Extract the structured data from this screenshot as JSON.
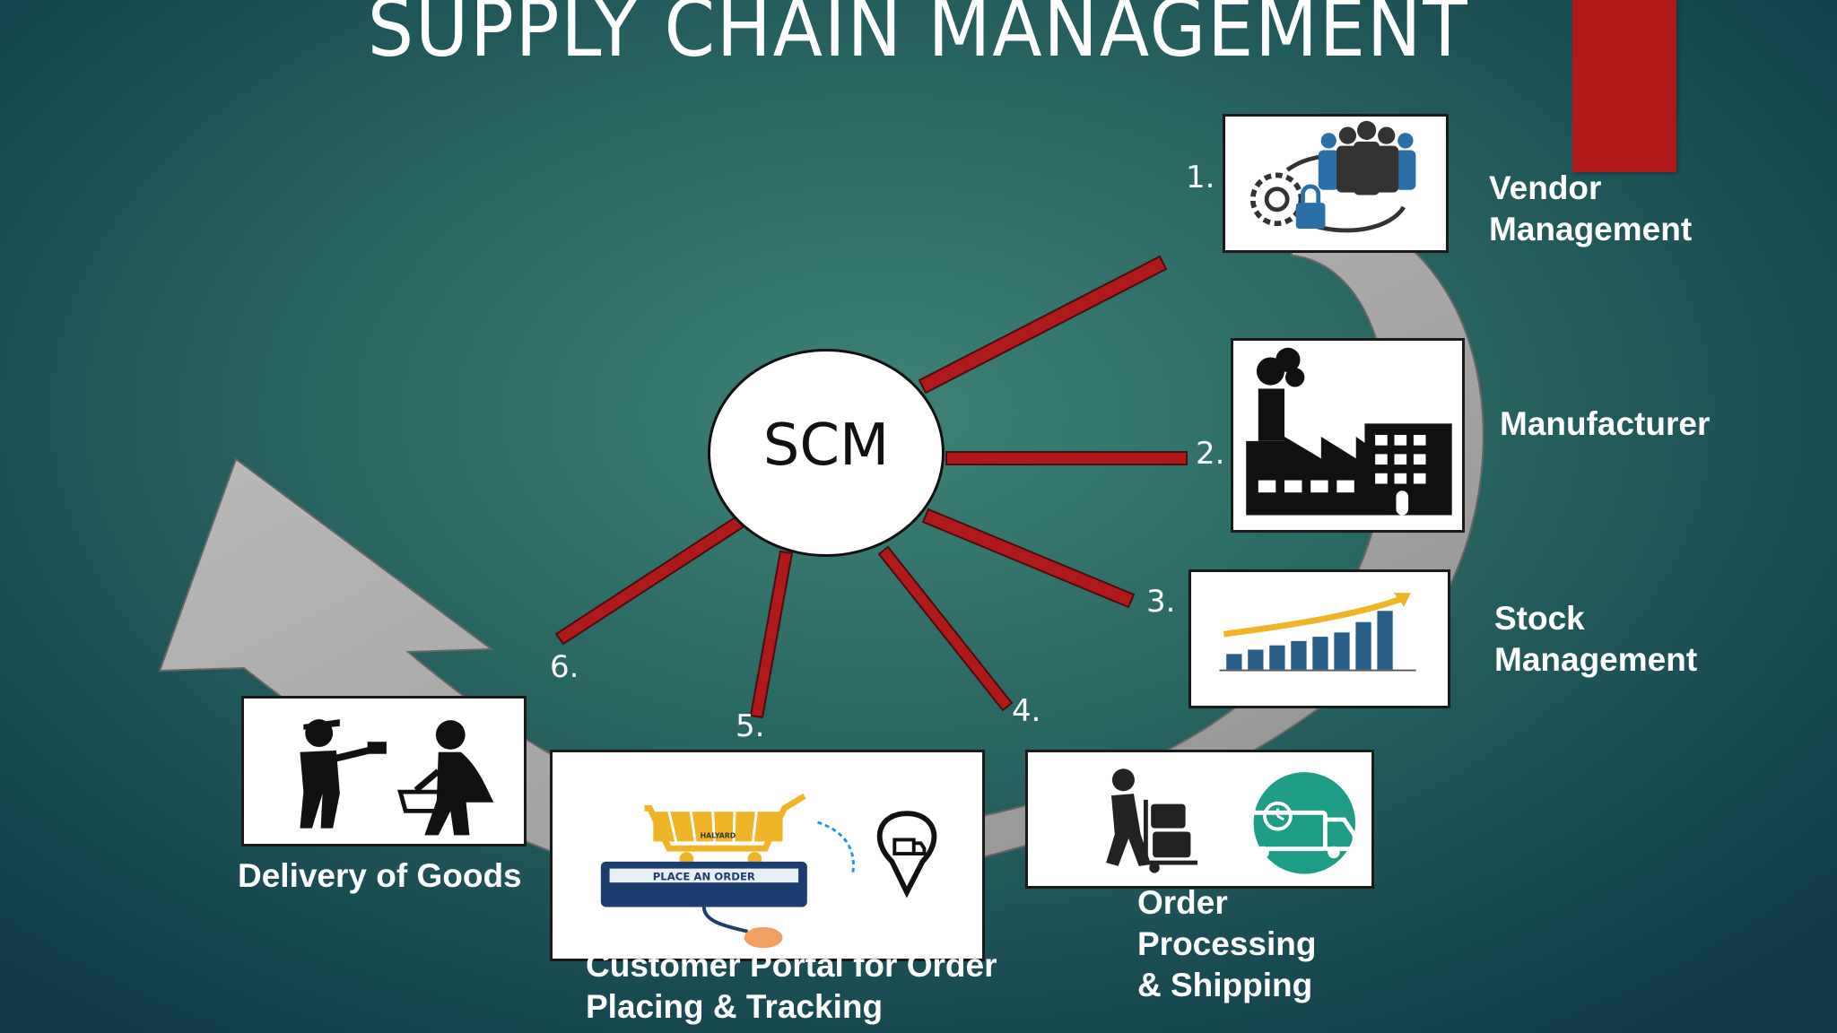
{
  "title": "SUPPLY CHAIN MANAGEMENT",
  "hub": {
    "label": "SCM"
  },
  "colors": {
    "accent": "#b0191a",
    "spoke": "#b01a1a",
    "arrow": "#a8a8a8"
  },
  "steps": [
    {
      "number": "1.",
      "label": "Vendor\nManagement",
      "icon": "vendor-team-gear-lock-icon"
    },
    {
      "number": "2.",
      "label": "Manufacturer",
      "icon": "factory-icon"
    },
    {
      "number": "3.",
      "label": "Stock\nManagement",
      "icon": "growth-bar-chart-icon"
    },
    {
      "number": "4.",
      "label": "Order\nProcessing\n& Shipping",
      "icon": "worker-trolley-truck-icon"
    },
    {
      "number": "5.",
      "label": "Customer Portal for Order\nPlacing & Tracking",
      "icon": "shopping-cart-place-order-icon",
      "screen_text": "PLACE AN ORDER",
      "cart_text": "HALYARD"
    },
    {
      "number": "6.",
      "label": "Delivery of Goods",
      "icon": "delivery-handover-icon"
    }
  ]
}
